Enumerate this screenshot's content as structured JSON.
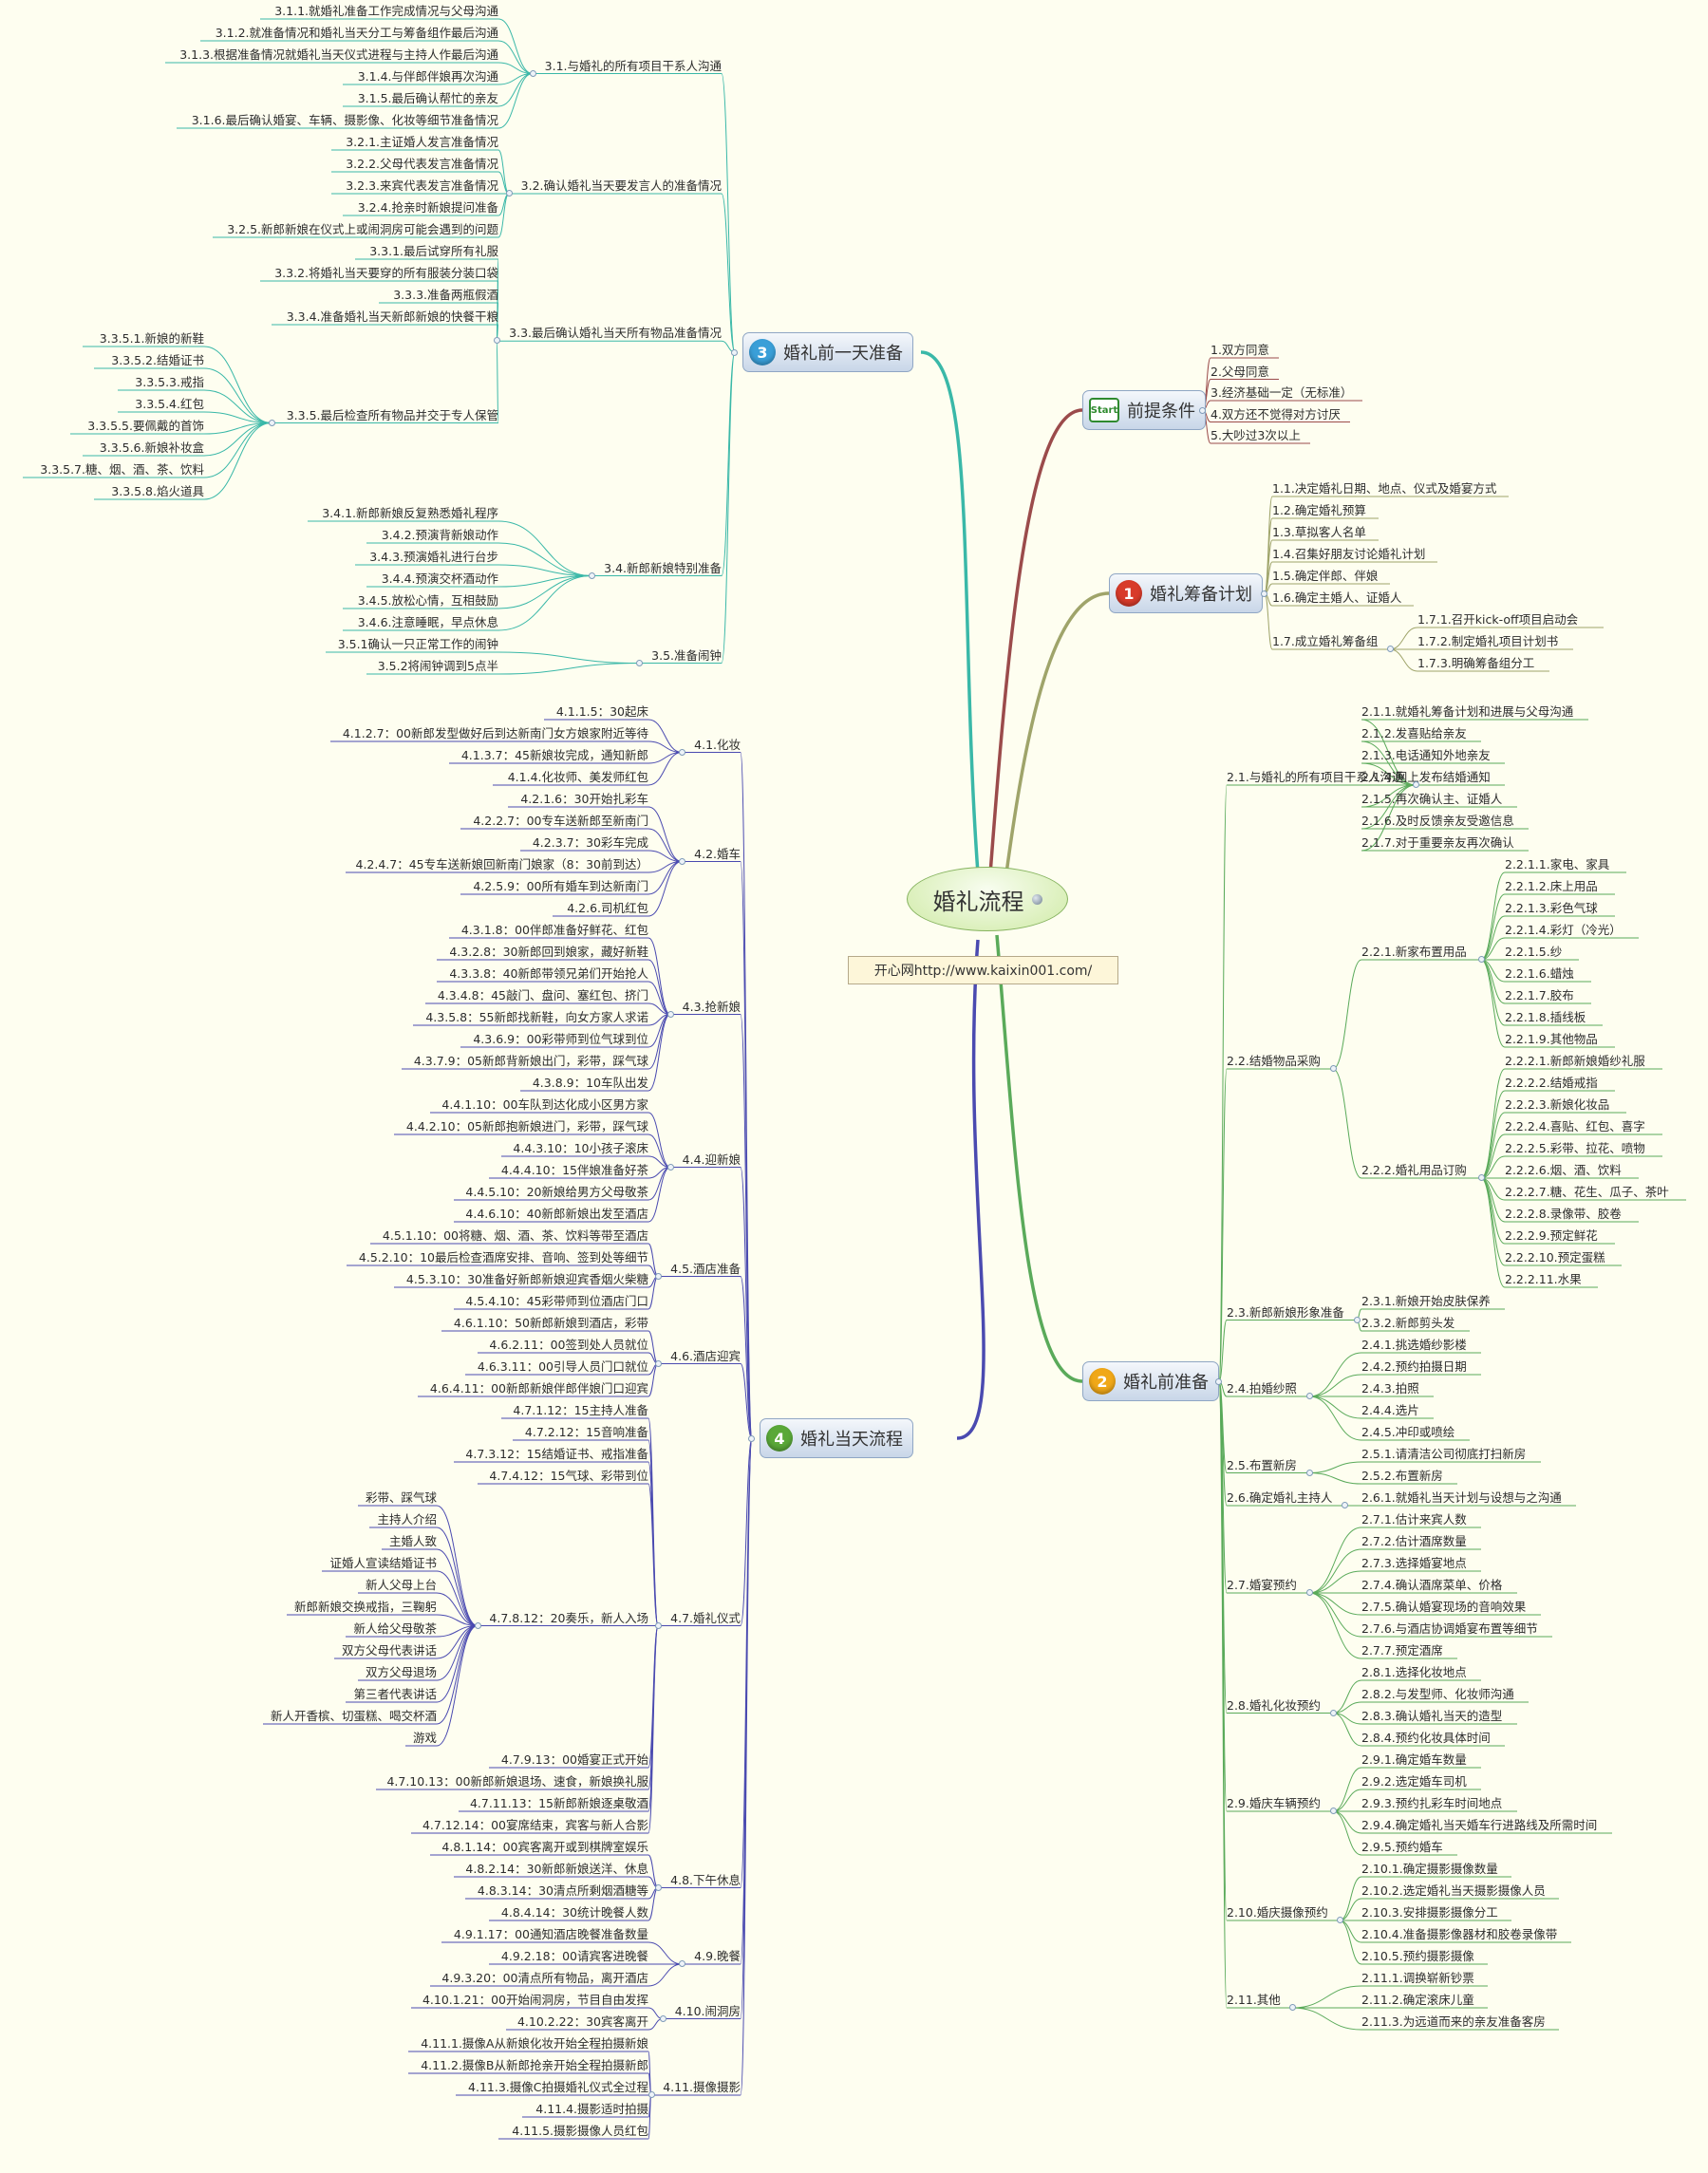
{
  "center": "婚礼流程",
  "url": "开心网http://www.kaixin001.com/",
  "branches": [
    {
      "id": "start",
      "label": "前提条件",
      "icon": "start-flag",
      "color": "#9b4b4b",
      "children": [
        {
          "l": "1.双方同意"
        },
        {
          "l": "2.父母同意"
        },
        {
          "l": "3.经济基础一定（无标准）"
        },
        {
          "l": "4.双方还不觉得对方讨厌"
        },
        {
          "l": "5.大吵过3次以上"
        }
      ]
    },
    {
      "id": "b1",
      "label": "婚礼筹备计划",
      "num": "1",
      "badge": "#d83b2a",
      "color": "#9fa46a",
      "children": [
        {
          "l": "1.1.决定婚礼日期、地点、仪式及婚宴方式"
        },
        {
          "l": "1.2.确定婚礼预算"
        },
        {
          "l": "1.3.草拟客人名单"
        },
        {
          "l": "1.4.召集好朋友讨论婚礼计划"
        },
        {
          "l": "1.5.确定伴郎、伴娘"
        },
        {
          "l": "1.6.确定主婚人、证婚人"
        },
        {
          "l": "1.7.成立婚礼筹备组",
          "c": [
            {
              "l": "1.7.1.召开kick-off项目启动会"
            },
            {
              "l": "1.7.2.制定婚礼项目计划书"
            },
            {
              "l": "1.7.3.明确筹备组分工"
            }
          ]
        }
      ]
    },
    {
      "id": "b2",
      "label": "婚礼前准备",
      "num": "2",
      "badge": "#f0a818",
      "color": "#5aaa5a",
      "children": [
        {
          "l": "2.1.与婚礼的所有项目干系人沟通",
          "c": [
            {
              "l": "2.1.1.就婚礼筹备计划和进展与父母沟通"
            },
            {
              "l": "2.1.2.发喜贴给亲友"
            },
            {
              "l": "2.1.3.电话通知外地亲友"
            },
            {
              "l": "2.1.4.网上发布结婚通知"
            },
            {
              "l": "2.1.5.再次确认主、证婚人"
            },
            {
              "l": "2.1.6.及时反馈亲友受邀信息"
            },
            {
              "l": "2.1.7.对于重要亲友再次确认"
            }
          ]
        },
        {
          "l": "2.2.结婚物品采购",
          "c": [
            {
              "l": "2.2.1.新家布置用品",
              "c": [
                {
                  "l": "2.2.1.1.家电、家具"
                },
                {
                  "l": "2.2.1.2.床上用品"
                },
                {
                  "l": "2.2.1.3.彩色气球"
                },
                {
                  "l": "2.2.1.4.彩灯（冷光）"
                },
                {
                  "l": "2.2.1.5.纱"
                },
                {
                  "l": "2.2.1.6.蜡烛"
                },
                {
                  "l": "2.2.1.7.胶布"
                },
                {
                  "l": "2.2.1.8.插线板"
                },
                {
                  "l": "2.2.1.9.其他物品"
                }
              ]
            },
            {
              "l": "2.2.2.婚礼用品订购",
              "c": [
                {
                  "l": "2.2.2.1.新郎新娘婚纱礼服"
                },
                {
                  "l": "2.2.2.2.结婚戒指"
                },
                {
                  "l": "2.2.2.3.新娘化妆品"
                },
                {
                  "l": "2.2.2.4.喜贴、红包、喜字"
                },
                {
                  "l": "2.2.2.5.彩带、拉花、喷物"
                },
                {
                  "l": "2.2.2.6.烟、酒、饮料"
                },
                {
                  "l": "2.2.2.7.糖、花生、瓜子、茶叶"
                },
                {
                  "l": "2.2.2.8.录像带、胶卷"
                },
                {
                  "l": "2.2.2.9.预定鲜花"
                },
                {
                  "l": "2.2.2.10.预定蛋糕"
                },
                {
                  "l": "2.2.2.11.水果"
                }
              ]
            }
          ]
        },
        {
          "l": "2.3.新郎新娘形象准备",
          "c": [
            {
              "l": "2.3.1.新娘开始皮肤保养"
            },
            {
              "l": "2.3.2.新郎剪头发"
            }
          ]
        },
        {
          "l": "2.4.拍婚纱照",
          "c": [
            {
              "l": "2.4.1.挑选婚纱影楼"
            },
            {
              "l": "2.4.2.预约拍摄日期"
            },
            {
              "l": "2.4.3.拍照"
            },
            {
              "l": "2.4.4.选片"
            },
            {
              "l": "2.4.5.冲印或喷绘"
            }
          ]
        },
        {
          "l": "2.5.布置新房",
          "c": [
            {
              "l": "2.5.1.请清洁公司彻底打扫新房"
            },
            {
              "l": "2.5.2.布置新房"
            }
          ]
        },
        {
          "l": "2.6.确定婚礼主持人",
          "c": [
            {
              "l": "2.6.1.就婚礼当天计划与设想与之沟通"
            }
          ]
        },
        {
          "l": "2.7.婚宴预约",
          "c": [
            {
              "l": "2.7.1.估计来宾人数"
            },
            {
              "l": "2.7.2.估计酒席数量"
            },
            {
              "l": "2.7.3.选择婚宴地点"
            },
            {
              "l": "2.7.4.确认酒席菜单、价格"
            },
            {
              "l": "2.7.5.确认婚宴现场的音响效果"
            },
            {
              "l": "2.7.6.与酒店协调婚宴布置等细节"
            },
            {
              "l": "2.7.7.预定酒席"
            }
          ]
        },
        {
          "l": "2.8.婚礼化妆预约",
          "c": [
            {
              "l": "2.8.1.选择化妆地点"
            },
            {
              "l": "2.8.2.与发型师、化妆师沟通"
            },
            {
              "l": "2.8.3.确认婚礼当天的造型"
            },
            {
              "l": "2.8.4.预约化妆具体时间"
            }
          ]
        },
        {
          "l": "2.9.婚庆车辆预约",
          "c": [
            {
              "l": "2.9.1.确定婚车数量"
            },
            {
              "l": "2.9.2.选定婚车司机"
            },
            {
              "l": "2.9.3.预约扎彩车时间地点"
            },
            {
              "l": "2.9.4.确定婚礼当天婚车行进路线及所需时间"
            },
            {
              "l": "2.9.5.预约婚车"
            }
          ]
        },
        {
          "l": "2.10.婚庆摄像预约",
          "c": [
            {
              "l": "2.10.1.确定摄影摄像数量"
            },
            {
              "l": "2.10.2.选定婚礼当天摄影摄像人员"
            },
            {
              "l": "2.10.3.安排摄影摄像分工"
            },
            {
              "l": "2.10.4.准备摄影像器材和胶卷录像带"
            },
            {
              "l": "2.10.5.预约摄影摄像"
            }
          ]
        },
        {
          "l": "2.11.其他",
          "c": [
            {
              "l": "2.11.1.调换崭新钞票"
            },
            {
              "l": "2.11.2.确定滚床儿童"
            },
            {
              "l": "2.11.3.为远道而来的亲友准备客房"
            }
          ]
        }
      ]
    },
    {
      "id": "b3",
      "label": "婚礼前一天准备",
      "num": "3",
      "badge": "#3a9fd8",
      "color": "#3ab8a8",
      "children": [
        {
          "l": "3.1.与婚礼的所有项目干系人沟通",
          "c": [
            {
              "l": "3.1.1.就婚礼准备工作完成情况与父母沟通"
            },
            {
              "l": "3.1.2.就准备情况和婚礼当天分工与筹备组作最后沟通"
            },
            {
              "l": "3.1.3.根据准备情况就婚礼当天仪式进程与主持人作最后沟通"
            },
            {
              "l": "3.1.4.与伴郎伴娘再次沟通"
            },
            {
              "l": "3.1.5.最后确认帮忙的亲友"
            },
            {
              "l": "3.1.6.最后确认婚宴、车辆、摄影像、化妆等细节准备情况"
            }
          ]
        },
        {
          "l": "3.2.确认婚礼当天要发言人的准备情况",
          "c": [
            {
              "l": "3.2.1.主证婚人发言准备情况"
            },
            {
              "l": "3.2.2.父母代表发言准备情况"
            },
            {
              "l": "3.2.3.来宾代表发言准备情况"
            },
            {
              "l": "3.2.4.抢亲时新娘提问准备"
            },
            {
              "l": "3.2.5.新郎新娘在仪式上或闹洞房可能会遇到的问题"
            }
          ]
        },
        {
          "l": "3.3.最后确认婚礼当天所有物品准备情况",
          "c": [
            {
              "l": "3.3.1.最后试穿所有礼服"
            },
            {
              "l": "3.3.2.将婚礼当天要穿的所有服装分装口袋"
            },
            {
              "l": "3.3.3.准备两瓶假酒"
            },
            {
              "l": "3.3.4.准备婚礼当天新郎新娘的快餐干粮"
            },
            {
              "l": "3.3.5.最后检查所有物品并交于专人保管",
              "c": [
                {
                  "l": "3.3.5.1.新娘的新鞋"
                },
                {
                  "l": "3.3.5.2.结婚证书"
                },
                {
                  "l": "3.3.5.3.戒指"
                },
                {
                  "l": "3.3.5.4.红包"
                },
                {
                  "l": "3.3.5.5.要佩戴的首饰"
                },
                {
                  "l": "3.3.5.6.新娘补妆盒"
                },
                {
                  "l": "3.3.5.7.糖、烟、酒、茶、饮料"
                },
                {
                  "l": "3.3.5.8.焰火道具"
                }
              ]
            }
          ]
        },
        {
          "l": "3.4.新郎新娘特别准备",
          "c": [
            {
              "l": "3.4.1.新郎新娘反复熟悉婚礼程序"
            },
            {
              "l": "3.4.2.预演背新娘动作"
            },
            {
              "l": "3.4.3.预演婚礼进行台步"
            },
            {
              "l": "3.4.4.预演交杯酒动作"
            },
            {
              "l": "3.4.5.放松心情，互相鼓励"
            },
            {
              "l": "3.4.6.注意睡眠，早点休息"
            }
          ]
        },
        {
          "l": "3.5.准备闹钟",
          "c": [
            {
              "l": "3.5.1确认一只正常工作的闹钟"
            },
            {
              "l": "3.5.2将闹钟调到5点半"
            }
          ]
        }
      ]
    },
    {
      "id": "b4",
      "label": "婚礼当天流程",
      "num": "4",
      "badge": "#5aa838",
      "color": "#4a4ab0",
      "children": [
        {
          "l": "4.1.化妆",
          "c": [
            {
              "l": "4.1.1.5：30起床"
            },
            {
              "l": "4.1.2.7：00新郎发型做好后到达新南门女方娘家附近等待"
            },
            {
              "l": "4.1.3.7：45新娘妆完成，通知新郎"
            },
            {
              "l": "4.1.4.化妆师、美发师红包"
            }
          ]
        },
        {
          "l": "4.2.婚车",
          "c": [
            {
              "l": "4.2.1.6：30开始扎彩车"
            },
            {
              "l": "4.2.2.7：00专车送新郎至新南门"
            },
            {
              "l": "4.2.3.7：30彩车完成"
            },
            {
              "l": "4.2.4.7：45专车送新娘回新南门娘家（8：30前到达）"
            },
            {
              "l": "4.2.5.9：00所有婚车到达新南门"
            },
            {
              "l": "4.2.6.司机红包"
            }
          ]
        },
        {
          "l": "4.3.抢新娘",
          "c": [
            {
              "l": "4.3.1.8：00伴郎准备好鲜花、红包"
            },
            {
              "l": "4.3.2.8：30新郎回到娘家，藏好新鞋"
            },
            {
              "l": "4.3.3.8：40新郎带领兄弟们开始抢人"
            },
            {
              "l": "4.3.4.8：45敲门、盘问、塞红包、挤门"
            },
            {
              "l": "4.3.5.8：55新郎找新鞋，向女方家人求诺"
            },
            {
              "l": "4.3.6.9：00彩带师到位气球到位"
            },
            {
              "l": "4.3.7.9：05新郎背新娘出门，彩带，踩气球"
            },
            {
              "l": "4.3.8.9：10车队出发"
            }
          ]
        },
        {
          "l": "4.4.迎新娘",
          "c": [
            {
              "l": "4.4.1.10：00车队到达化成小区男方家"
            },
            {
              "l": "4.4.2.10：05新郎抱新娘进门，彩带，踩气球"
            },
            {
              "l": "4.4.3.10：10小孩子滚床"
            },
            {
              "l": "4.4.4.10：15伴娘准备好茶"
            },
            {
              "l": "4.4.5.10：20新娘给男方父母敬茶"
            },
            {
              "l": "4.4.6.10：40新郎新娘出发至酒店"
            }
          ]
        },
        {
          "l": "4.5.酒店准备",
          "c": [
            {
              "l": "4.5.1.10：00将糖、烟、酒、茶、饮料等带至酒店"
            },
            {
              "l": "4.5.2.10：10最后检查酒席安排、音响、签到处等细节"
            },
            {
              "l": "4.5.3.10：30准备好新郎新娘迎宾香烟火柴糖"
            },
            {
              "l": "4.5.4.10：45彩带师到位酒店门口"
            }
          ]
        },
        {
          "l": "4.6.酒店迎宾",
          "c": [
            {
              "l": "4.6.1.10：50新郎新娘到酒店，彩带"
            },
            {
              "l": "4.6.2.11：00签到处人员就位"
            },
            {
              "l": "4.6.3.11：00引导人员门口就位"
            },
            {
              "l": "4.6.4.11：00新郎新娘伴郎伴娘门口迎宾"
            }
          ]
        },
        {
          "l": "4.7.婚礼仪式",
          "c": [
            {
              "l": "4.7.1.12：15主持人准备"
            },
            {
              "l": "4.7.2.12：15音响准备"
            },
            {
              "l": "4.7.3.12：15结婚证书、戒指准备"
            },
            {
              "l": "4.7.4.12：15气球、彩带到位"
            },
            {
              "l": "4.7.8.12：20奏乐，新人入场",
              "c": [
                {
                  "l": "彩带、踩气球"
                },
                {
                  "l": "主持人介绍"
                },
                {
                  "l": "主婚人致"
                },
                {
                  "l": "证婚人宣读结婚证书"
                },
                {
                  "l": "新人父母上台"
                },
                {
                  "l": "新郎新娘交换戒指，三鞠躬"
                },
                {
                  "l": "新人给父母敬茶"
                },
                {
                  "l": "双方父母代表讲话"
                },
                {
                  "l": "双方父母退场"
                },
                {
                  "l": "第三者代表讲话"
                },
                {
                  "l": "新人开香槟、切蛋糕、喝交杯酒"
                },
                {
                  "l": "游戏"
                }
              ]
            },
            {
              "l": "4.7.9.13：00婚宴正式开始"
            },
            {
              "l": "4.7.10.13：00新郎新娘退场、速食，新娘换礼服"
            },
            {
              "l": "4.7.11.13：15新郎新娘逐桌敬酒"
            },
            {
              "l": "4.7.12.14：00宴席结束，宾客与新人合影"
            }
          ]
        },
        {
          "l": "4.8.下午休息",
          "c": [
            {
              "l": "4.8.1.14：00宾客离开或到棋牌室娱乐"
            },
            {
              "l": "4.8.2.14：30新郎新娘送洋、休息"
            },
            {
              "l": "4.8.3.14：30清点所剩烟酒糖等"
            },
            {
              "l": "4.8.4.14：30统计晚餐人数"
            }
          ]
        },
        {
          "l": "4.9.晚餐",
          "c": [
            {
              "l": "4.9.1.17：00通知酒店晚餐准备数量"
            },
            {
              "l": "4.9.2.18：00请宾客进晚餐"
            },
            {
              "l": "4.9.3.20：00清点所有物品，离开酒店"
            }
          ]
        },
        {
          "l": "4.10.闹洞房",
          "c": [
            {
              "l": "4.10.1.21：00开始闹洞房，节目自由发挥"
            },
            {
              "l": "4.10.2.22：30宾客离开"
            }
          ]
        },
        {
          "l": "4.11.摄像摄影",
          "c": [
            {
              "l": "4.11.1.摄像A从新娘化妆开始全程拍摄新娘"
            },
            {
              "l": "4.11.2.摄像B从新郎抢亲开始全程拍摄新郎"
            },
            {
              "l": "4.11.3.摄像C拍摄婚礼仪式全过程"
            },
            {
              "l": "4.11.4.摄影适时拍摄"
            },
            {
              "l": "4.11.5.摄影摄像人员红包"
            }
          ]
        }
      ]
    }
  ]
}
